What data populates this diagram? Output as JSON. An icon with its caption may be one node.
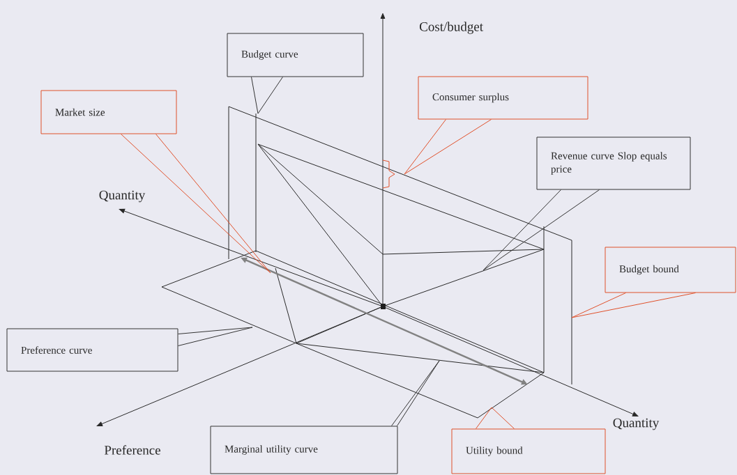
{
  "diagram": {
    "nodes": [
      {
        "text": [
          "Budget curve"
        ]
      },
      {
        "text": [
          "Consumer surplus"
        ]
      },
      {
        "text": [
          "Market size"
        ]
      },
      {
        "text": [
          "Revenue curve Slop equals price"
        ]
      },
      {
        "text": [
          "Budget bound"
        ]
      },
      {
        "text": [
          "Preference curve"
        ]
      },
      {
        "text": [
          "Marginal utility curve"
        ]
      },
      {
        "text": [
          "Utility bound"
        ]
      }
    ],
    "edges": [
      {
        "from": 0,
        "to": null,
        "arrow": "none"
      },
      {
        "from": 1,
        "to": null,
        "arrow": "none",
        "color": "#e0502a"
      },
      {
        "from": 2,
        "to": null,
        "arrow": "none",
        "color": "#e0502a"
      },
      {
        "from": 3,
        "to": null,
        "arrow": "none"
      },
      {
        "from": 4,
        "to": null,
        "arrow": "none",
        "color": "#e0502a"
      },
      {
        "from": 5,
        "to": null,
        "arrow": "none"
      },
      {
        "from": 6,
        "to": null,
        "arrow": "none"
      },
      {
        "from": 7,
        "to": null,
        "arrow": "none",
        "color": "#e0502a"
      }
    ],
    "labels": [
      "Cost/budget",
      "Quantity",
      "Preference",
      "Quantity"
    ]
  }
}
